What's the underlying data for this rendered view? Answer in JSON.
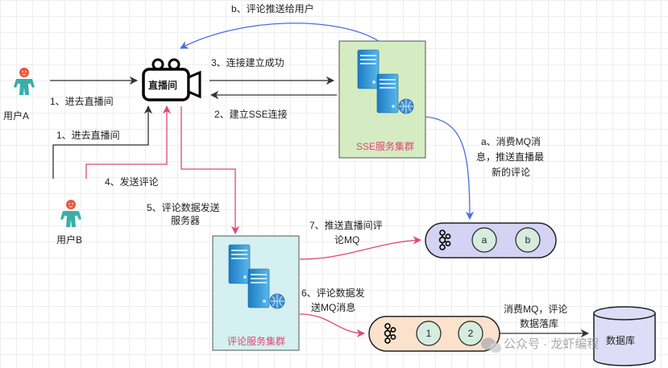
{
  "actors": {
    "user_a": "用户A",
    "user_b": "用户B"
  },
  "live_room": {
    "label": "直播间"
  },
  "sse_cluster": {
    "label": "SSE服务集群"
  },
  "comment_cluster": {
    "label": "评论服务集群"
  },
  "mq_top": {
    "nodes": [
      "a",
      "b"
    ]
  },
  "mq_bottom": {
    "nodes": [
      "1",
      "2"
    ]
  },
  "database": {
    "label": "数据库"
  },
  "edges": {
    "a_enter": "1、进去直播间",
    "b_enter": "1、进去直播间",
    "b_send": "4、发送评论",
    "push_user": "b、评论推送给用户",
    "conn_ok": "3、连接建立成功",
    "sse_conn": "2、建立SSE连接",
    "send_server_1": "5、评论数据发送",
    "send_server_2": "服务器",
    "consume_1": "a、消费MQ消",
    "consume_2": "息，推送直播最",
    "consume_3": "新的评论",
    "push_mq_1": "7、推送直播间评",
    "push_mq_2": "论MQ",
    "comment_mq_1": "6、评论数据发",
    "comment_mq_2": "送MQ消息",
    "persist_1": "消费MQ，评论",
    "persist_2": "数据落库"
  },
  "watermark": "公众号 · 龙虾编程",
  "colors": {
    "arrow_dark": "#333333",
    "arrow_blue": "#4a6fe0",
    "arrow_pink": "#e0457b",
    "sse_fill": "#d5ecc2",
    "comment_fill": "#d4f0f0",
    "mq_top_fill": "#d4d3f3",
    "mq_bottom_fill": "#fae2cc",
    "mq_node_fill": "#d5ecdf"
  }
}
